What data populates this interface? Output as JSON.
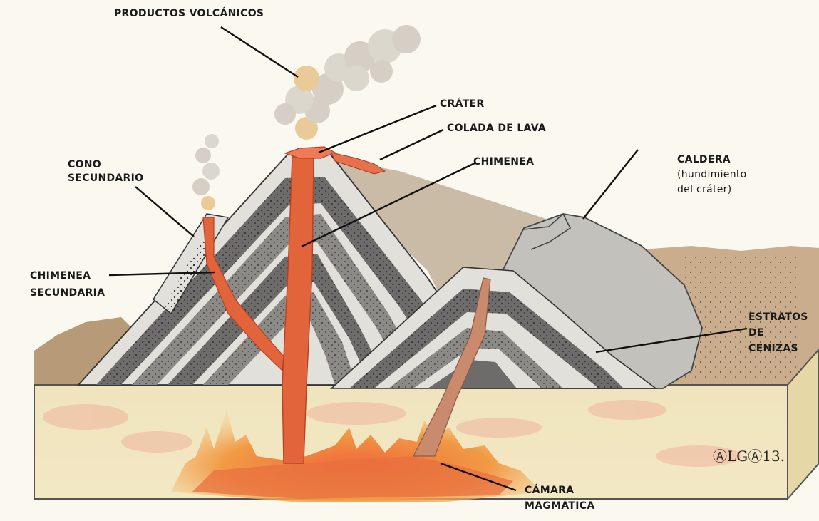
{
  "labels": {
    "productos_volcanicos": "PRODUCTOS VOLCÁNICOS",
    "crater": "CRÁTER",
    "colada_de_lava": "COLADA DE LAVA",
    "chimenea": "CHIMENEA",
    "cono_secundario_1": "CONO",
    "cono_secundario_2": "SECUNDARIO",
    "caldera_1": "CALDERA",
    "caldera_2": "(hundimiento",
    "caldera_3": "del cráter)",
    "chimenea_secundaria_1": "CHIMENEA",
    "chimenea_secundaria_2": "SECUNDARIA",
    "estratos_1": "ESTRATOS",
    "estratos_2": "DE",
    "estratos_3": "CENIZAS",
    "camara_1": "CÁMARA",
    "camara_2": "MAGMÁTICA"
  },
  "signature": "ⒶLGⒶ13.",
  "colors": {
    "paper": "#fbf8ef",
    "ground": "#ece0b4",
    "mountain_tan": "#c9bba6",
    "strata_dark": "#6e6c6a",
    "strata_mid": "#a3a09b",
    "strata_light": "#e2e0da",
    "caldera_grey": "#c3c1bc",
    "magma": "#e2643a",
    "magma_orange": "#f0a040",
    "smoke": "#c9c4bb",
    "smoke_yellow": "#e6c38a"
  }
}
